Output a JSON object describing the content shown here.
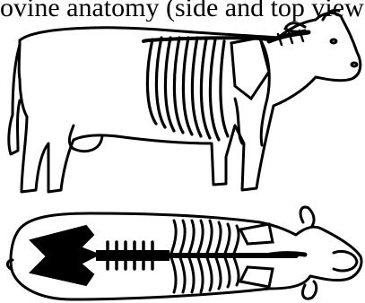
{
  "caption": {
    "text": "ovine anatomy (side and top views)"
  },
  "colors": {
    "ink": "#000000",
    "background": "#ffffff"
  },
  "views": [
    {
      "name": "side-view"
    },
    {
      "name": "top-view"
    }
  ]
}
